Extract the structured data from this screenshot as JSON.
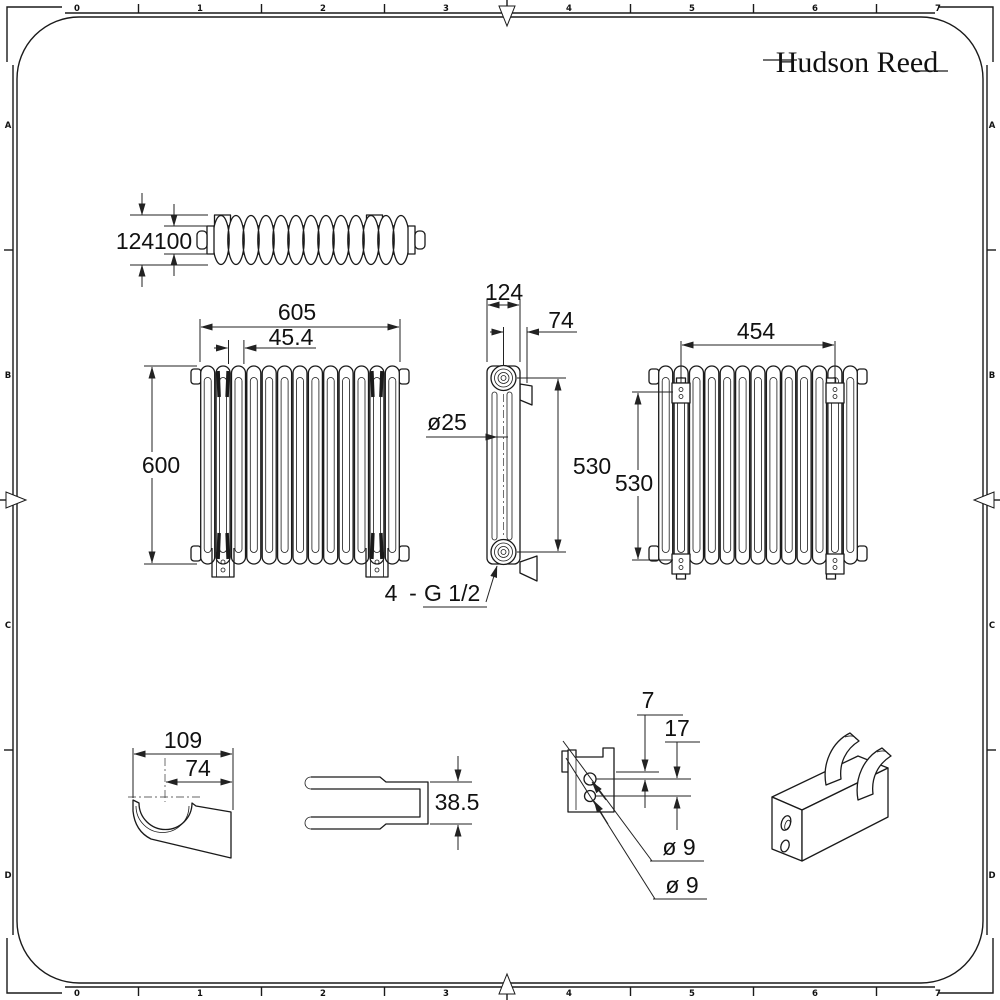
{
  "brand": {
    "logo_text": "Hudson Reed"
  },
  "drawing_frame": {
    "column_labels": [
      "0",
      "1",
      "2",
      "3",
      "4",
      "5",
      "6",
      "7"
    ],
    "row_labels": [
      "A",
      "B",
      "C",
      "D"
    ]
  },
  "dimensions": {
    "top_view": {
      "overall_depth": "124",
      "inner_depth": "100"
    },
    "front_view": {
      "overall_width": "605",
      "section_pitch": "45.4",
      "overall_height": "600"
    },
    "side_view": {
      "overall_depth": "124",
      "centre_to_wall": "74",
      "column_diameter": "ø25",
      "fixing_height": "530",
      "connections_count": "4",
      "connections_sep": "-",
      "connections_thread": "G 1/2"
    },
    "rear_view": {
      "bracket_spacing_width": "454",
      "bracket_spacing_height": "530"
    },
    "bracket_side_view": {
      "overall_depth": "109",
      "centre_depth": "74"
    },
    "bracket_plan_view": {
      "width": "38.5"
    },
    "bracket_front_view": {
      "top_offset": "7",
      "hole_pitch": "17",
      "hole_dia_upper": "ø 9",
      "hole_dia_lower": "ø 9"
    }
  }
}
